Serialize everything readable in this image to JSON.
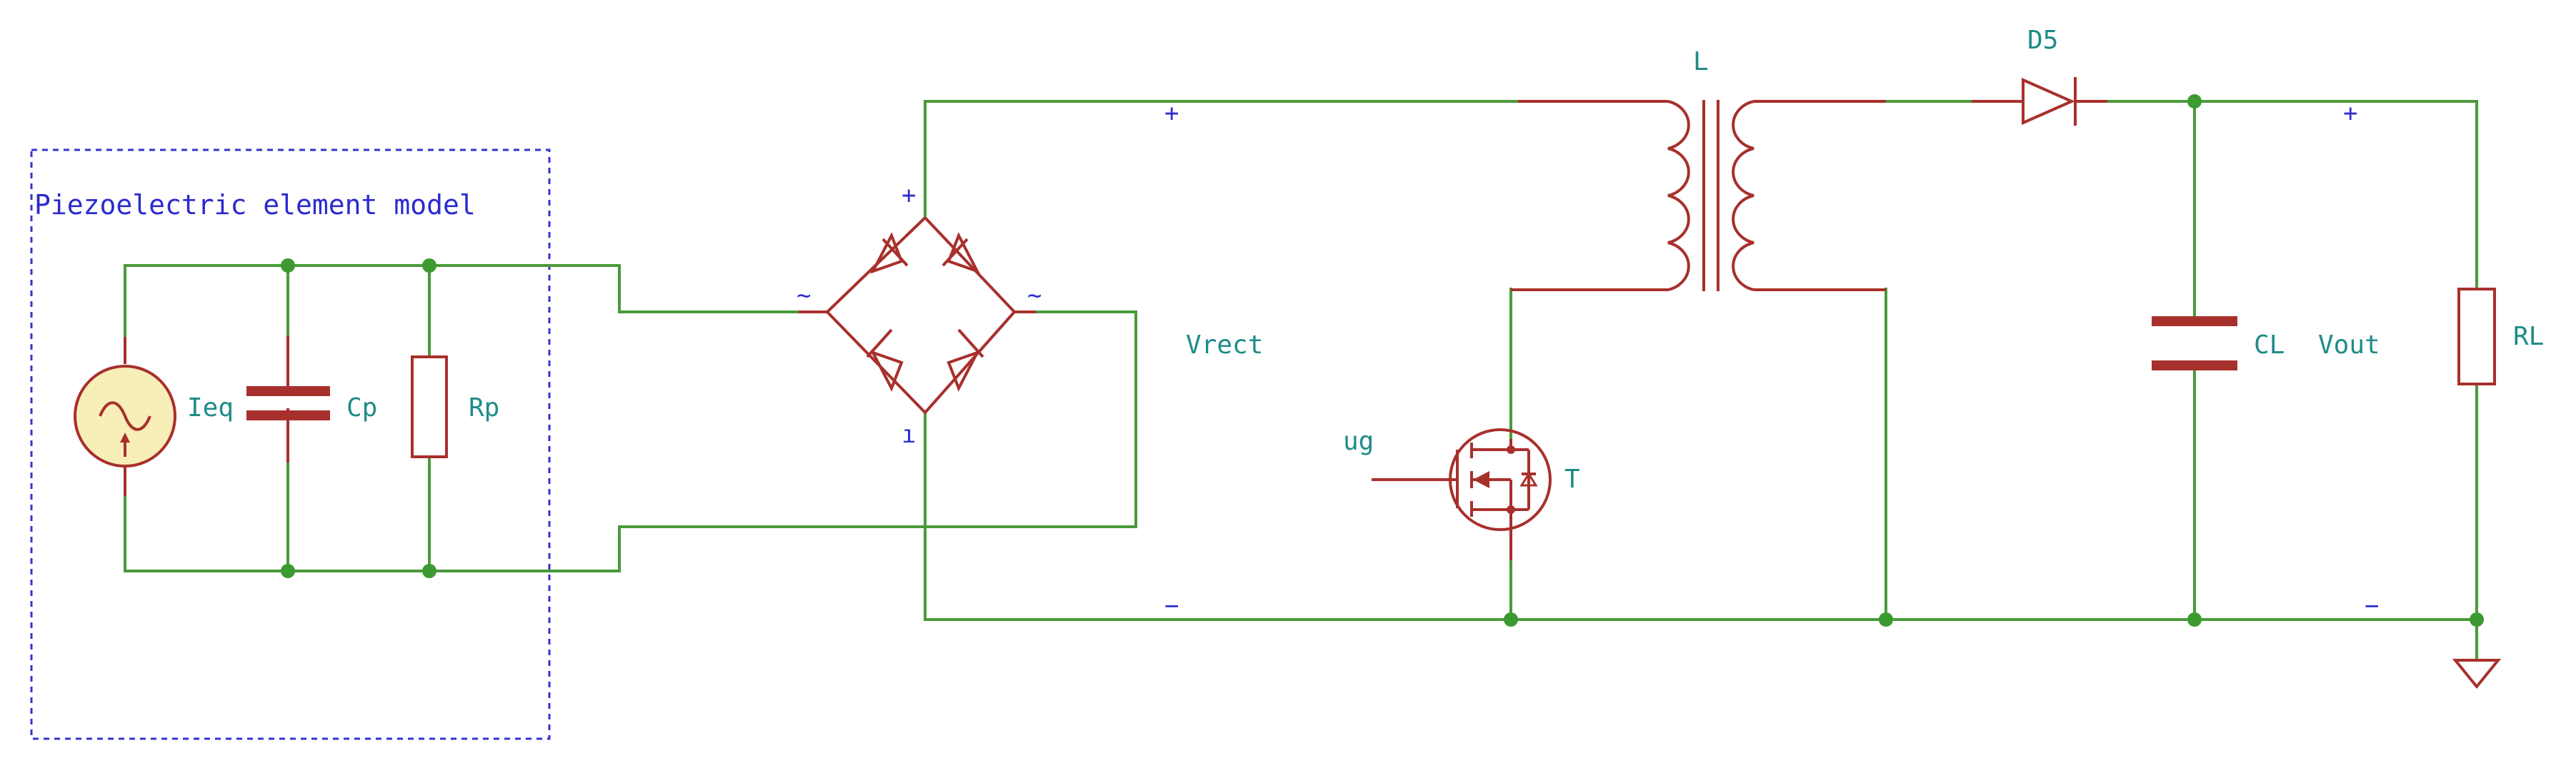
{
  "diagram": {
    "box_title": "Piezoelectric element model",
    "labels": {
      "source": "Ieq",
      "cp": "Cp",
      "rp": "Rp",
      "inductor": "L",
      "diode": "D5",
      "cap_load": "CL",
      "vout": "Vout",
      "rload": "RL",
      "vrect": "Vrect",
      "gate": "ug",
      "transistor": "T"
    },
    "polarity": {
      "plus": "+",
      "minus": "−",
      "ac": "~",
      "bridge_neg": "ı"
    },
    "colors": {
      "wire": "#4a9a3a",
      "component": "#a8302c",
      "label": "#1f8c88",
      "polarity": "#3030d0",
      "source_fill": "#f7eeb8"
    }
  }
}
